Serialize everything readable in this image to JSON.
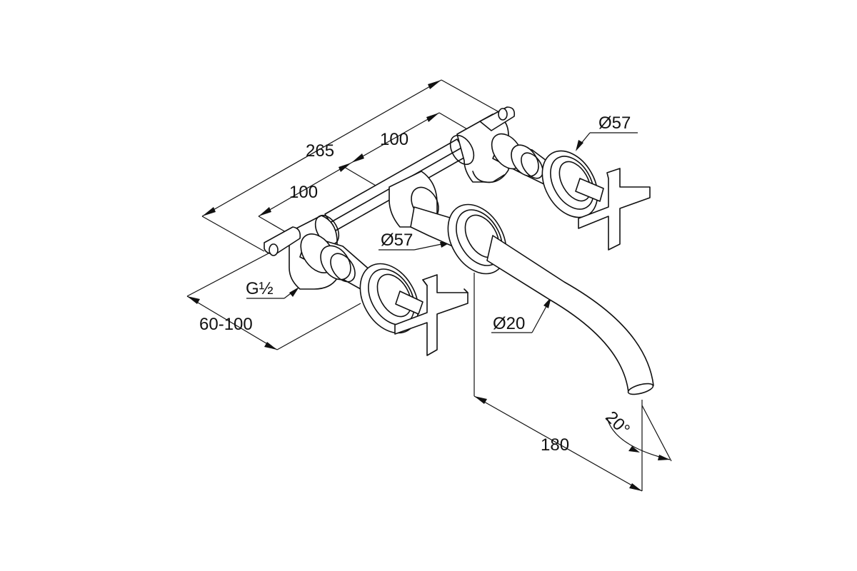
{
  "dimensions": {
    "overall_length": "265",
    "left_spacing": "100",
    "right_spacing": "100",
    "wall_depth": "60-100",
    "spout_projection": "180",
    "spout_angle": "20°"
  },
  "callouts": {
    "rosette_right": "Ø57",
    "rosette_center": "Ø57",
    "spout_diameter": "Ø20",
    "connection_thread": "G½"
  }
}
